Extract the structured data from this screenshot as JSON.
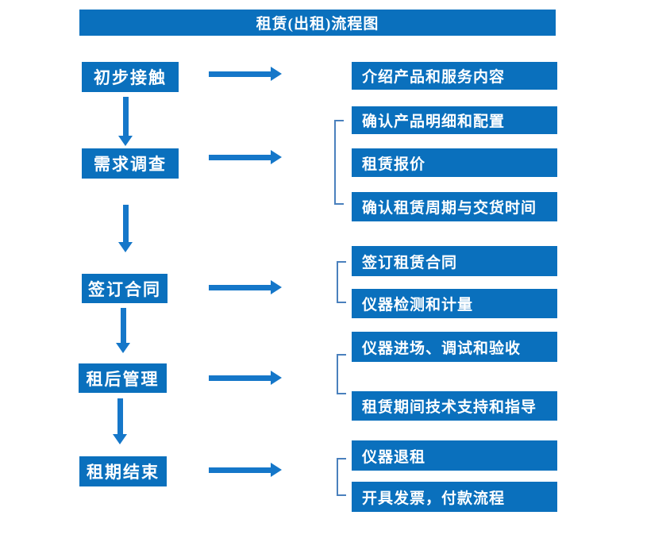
{
  "title": "租赁(出租)流程图",
  "colors": {
    "box_blue": "#0a70bd",
    "arrow_blue": "#1577c9",
    "bracket_blue": "#4a80bd",
    "text_white": "#ffffff"
  },
  "flow": [
    {
      "step": "初步接触",
      "outputs": [
        "介绍产品和服务内容"
      ]
    },
    {
      "step": "需求调查",
      "outputs": [
        "确认产品明细和配置",
        "租赁报价",
        "确认租赁周期与交货时间"
      ]
    },
    {
      "step": "签订合同",
      "outputs": [
        "签订租赁合同",
        "仪器检测和计量"
      ]
    },
    {
      "step": "租后管理",
      "outputs": [
        "仪器进场、调试和验收",
        "租赁期间技术支持和指导"
      ]
    },
    {
      "step": "租期结束",
      "outputs": [
        "仪器退租",
        "开具发票，付款流程"
      ]
    }
  ]
}
